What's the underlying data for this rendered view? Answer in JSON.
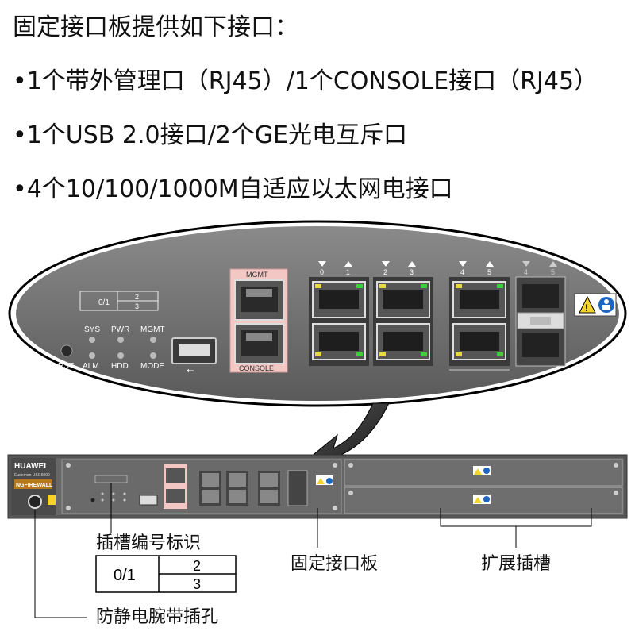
{
  "heading": "固定接口板提供如下接口：",
  "bullets": [
    "•1个带外管理口（RJ45）/1个CONSOLE接口（RJ45）",
    "•1个USB 2.0接口/2个GE光电互斥口",
    "•4个10/100/1000M自适应以太网电接口"
  ],
  "zoom_panel": {
    "slot_id": "0/1",
    "slot_sub": [
      "2",
      "3"
    ],
    "led_top": [
      "SYS",
      "PWR",
      "MGMT"
    ],
    "led_bottom": [
      "ALM",
      "HDD",
      "MODE"
    ],
    "rst": "RST",
    "usb_symbol": "⭠",
    "mgmt_label": "MGMT",
    "console_label": "CONSOLE",
    "port_numbers": [
      "0",
      "1",
      "2",
      "3",
      "4",
      "5",
      "4",
      "5"
    ]
  },
  "device": {
    "brand": "HUAWEI",
    "model": "Eudemon USG6000",
    "badge": "NGFIREWALL"
  },
  "callouts": {
    "slot_numbering": "插槽编号标识",
    "slot_table": {
      "left": "0/1",
      "right_top": "2",
      "right_bottom": "3"
    },
    "fixed_board": "固定接口板",
    "expansion_slots": "扩展插槽",
    "esd_jack": "防静电腕带插孔"
  },
  "colors": {
    "panel_bg": "#6e6e6e",
    "panel_dark": "#4a4a4a",
    "mgmt_pink": "#f2c7c4",
    "led_green": "#3ecf3e",
    "led_yellow": "#e8d84a",
    "warning_yellow": "#f4d32a",
    "info_blue": "#1a66c2"
  }
}
